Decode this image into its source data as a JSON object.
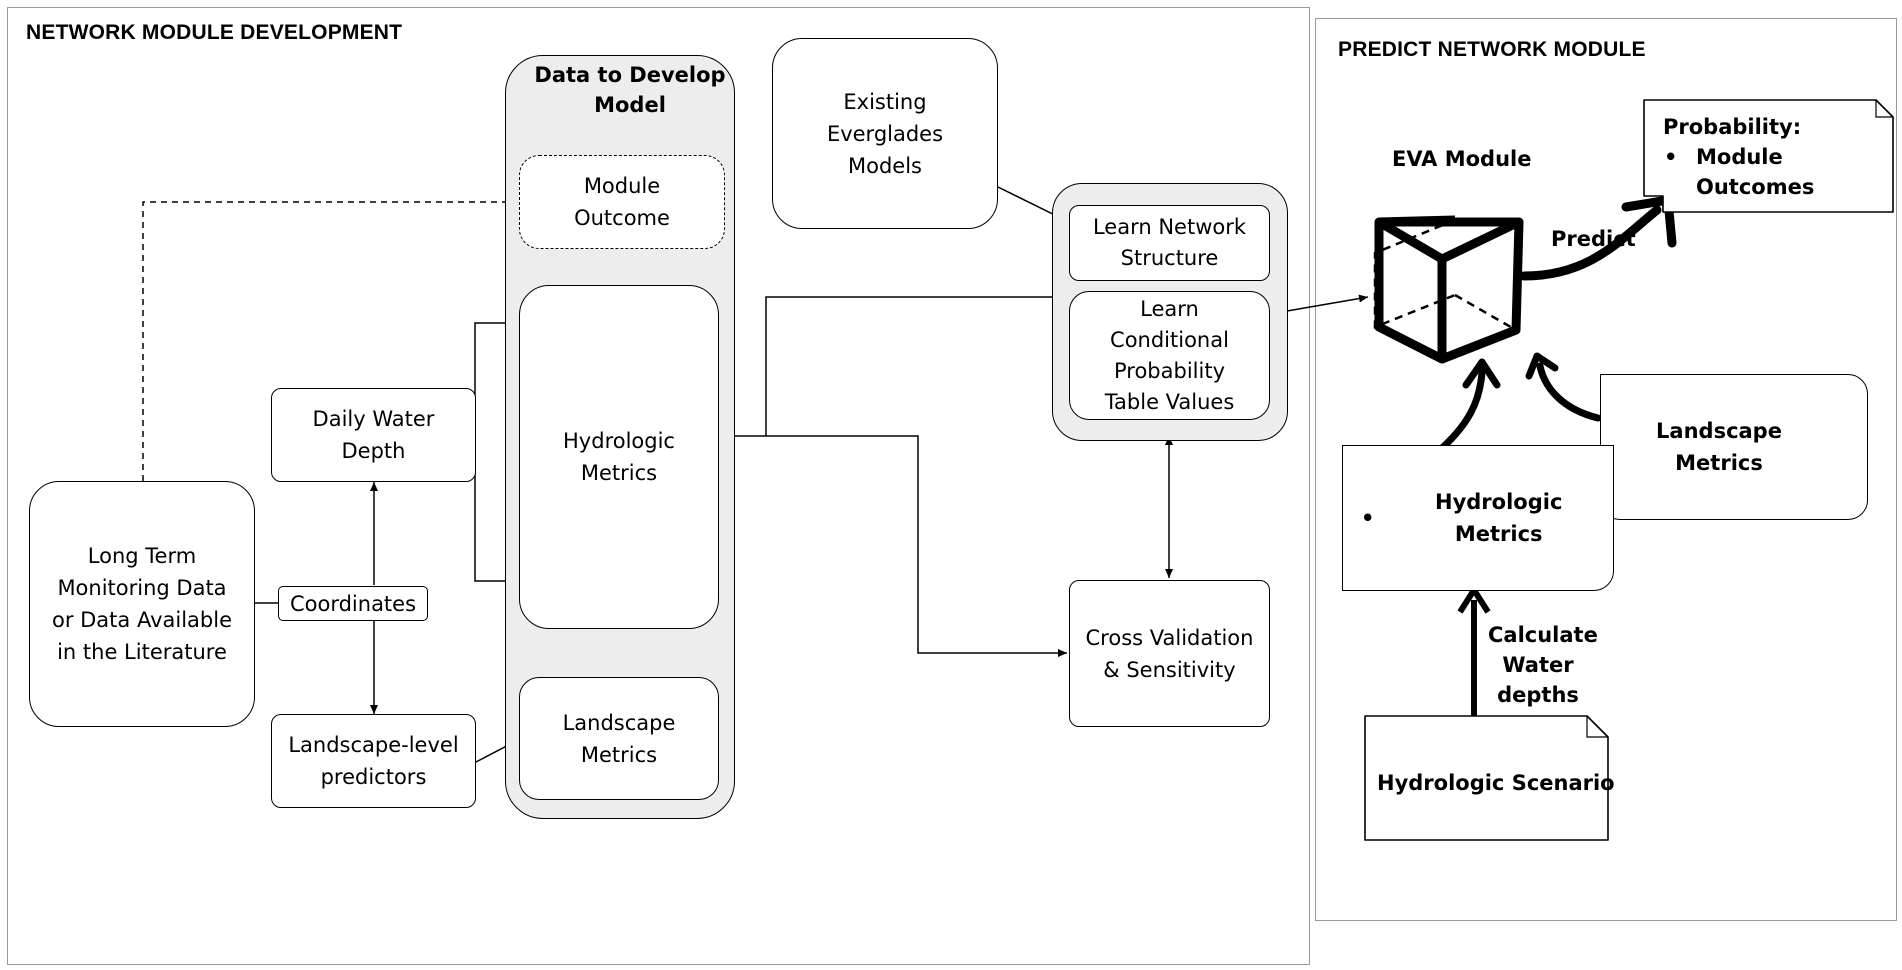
{
  "left_panel": {
    "title": "NETWORK MODULE DEVELOPMENT",
    "long_term": "Long Term\nMonitoring Data\nor Data Available\nin the Literature",
    "coordinates": "Coordinates",
    "daily_water_depth": "Daily Water\nDepth",
    "landscape_predictors": "Landscape-level\npredictors",
    "data_group": {
      "title": "Data to Develop\nModel",
      "module_outcome": "Module\nOutcome",
      "hydrologic_metrics": "Hydrologic\nMetrics",
      "landscape_metrics": "Landscape\nMetrics"
    },
    "existing_models": "Existing\nEverglades\nModels",
    "learn_group": {
      "structure": "Learn Network\nStructure",
      "cpt": "Learn\nConditional\nProbability\nTable Values"
    },
    "cross_validation": "Cross Validation\n& Sensitivity"
  },
  "right_panel": {
    "title": "PREDICT NETWORK MODULE",
    "eva_module": "EVA Module",
    "predict": "Predict",
    "probability_title": "Probability:",
    "probability_item": "Module\nOutcomes",
    "landscape_metrics": "Landscape Metrics",
    "hydrologic_metrics": "Hydrologic Metrics",
    "calculate": "Calculate\nWater\ndepths",
    "hydrologic_scenario": "Hydrologic Scenario"
  }
}
